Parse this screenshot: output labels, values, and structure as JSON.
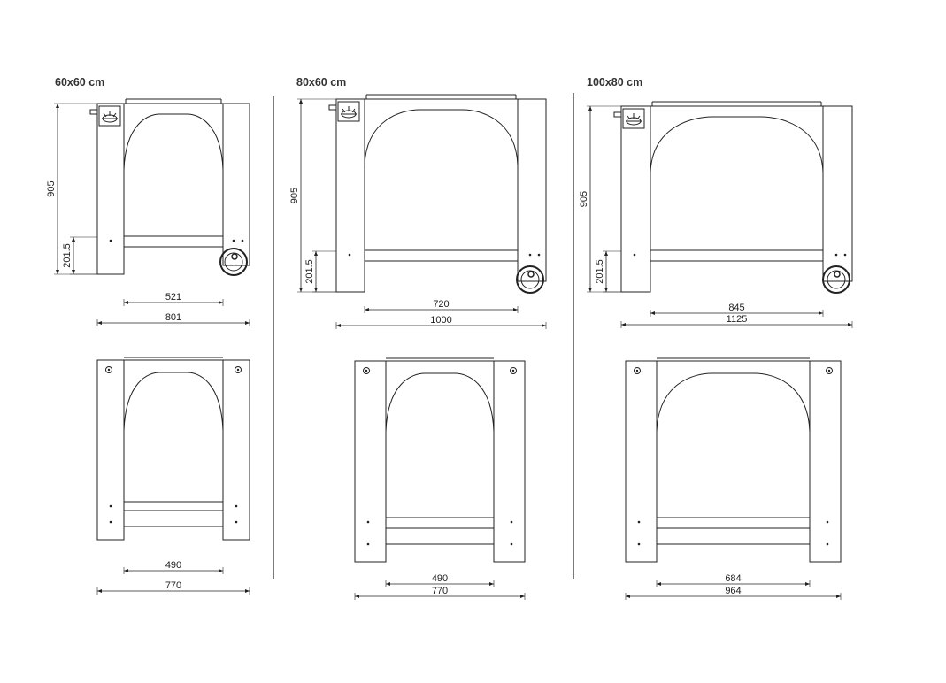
{
  "models": [
    {
      "title": "60x60 cm",
      "front": {
        "height": "905",
        "shelf_height": "201.5",
        "inner_width": "521",
        "total_width": "801"
      },
      "back": {
        "inner_width": "490",
        "total_width": "770"
      }
    },
    {
      "title": "80x60 cm",
      "front": {
        "height": "905",
        "shelf_height": "201.5",
        "inner_width": "720",
        "total_width": "1000"
      },
      "back": {
        "inner_width": "490",
        "total_width": "770"
      }
    },
    {
      "title": "100x80 cm",
      "front": {
        "height": "905",
        "shelf_height": "201.5",
        "inner_width": "845",
        "total_width": "1125"
      },
      "back": {
        "inner_width": "684",
        "total_width": "964"
      }
    }
  ]
}
